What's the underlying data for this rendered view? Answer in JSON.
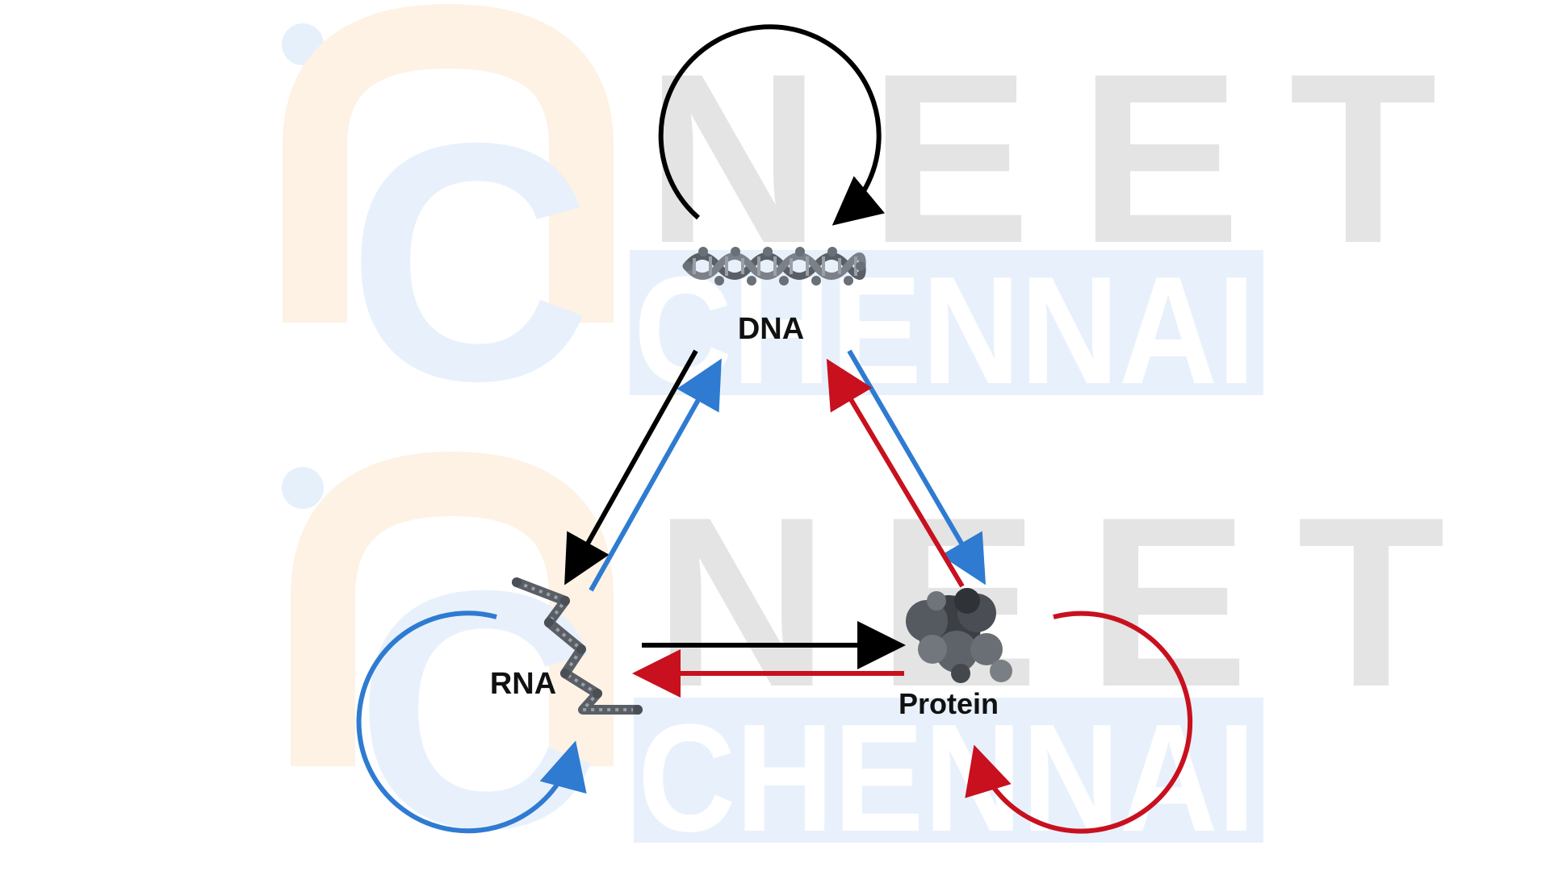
{
  "watermark": {
    "line1": "NEET",
    "line2": "CHENNAI",
    "gray": "#e4e4e4",
    "blue": "#e8f1fb",
    "orange": "#fdf2e4"
  },
  "nodes": {
    "dna": {
      "label": "DNA"
    },
    "rna": {
      "label": "RNA"
    },
    "protein": {
      "label": "Protein"
    }
  },
  "colors": {
    "black": "#000000",
    "blue": "#2e7bd1",
    "red": "#c8101e",
    "molecule": "#5a5f66"
  },
  "edges": [
    {
      "from": "DNA",
      "to": "DNA",
      "color": "black"
    },
    {
      "from": "DNA",
      "to": "RNA",
      "color": "black"
    },
    {
      "from": "RNA",
      "to": "DNA",
      "color": "blue"
    },
    {
      "from": "DNA",
      "to": "Protein",
      "color": "blue"
    },
    {
      "from": "Protein",
      "to": "DNA",
      "color": "red"
    },
    {
      "from": "RNA",
      "to": "Protein",
      "color": "black"
    },
    {
      "from": "Protein",
      "to": "RNA",
      "color": "red"
    },
    {
      "from": "RNA",
      "to": "RNA",
      "color": "blue"
    },
    {
      "from": "Protein",
      "to": "Protein",
      "color": "red"
    }
  ]
}
